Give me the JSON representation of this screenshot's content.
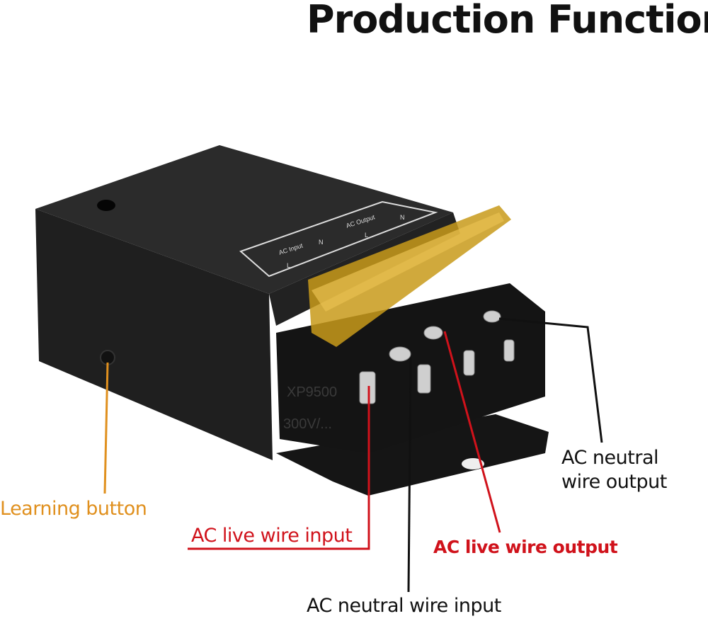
{
  "title": "Production Function",
  "device_markings": {
    "input_label": "AC Input",
    "output_label": "AC Output",
    "live": "L",
    "neutral": "N",
    "terminal_model": "XP9500",
    "terminal_rating": "300V/..."
  },
  "annotations": {
    "learning_button": "Learning button",
    "ac_live_input": "AC live wire input",
    "ac_live_output": "AC live wire output",
    "ac_neutral_input": "AC neutral wire input",
    "ac_neutral_output_line1": "AC neutral",
    "ac_neutral_output_line2": "wire output"
  },
  "colors": {
    "learning": "#e0901e",
    "live": "#d0121b",
    "neutral": "#111111"
  }
}
